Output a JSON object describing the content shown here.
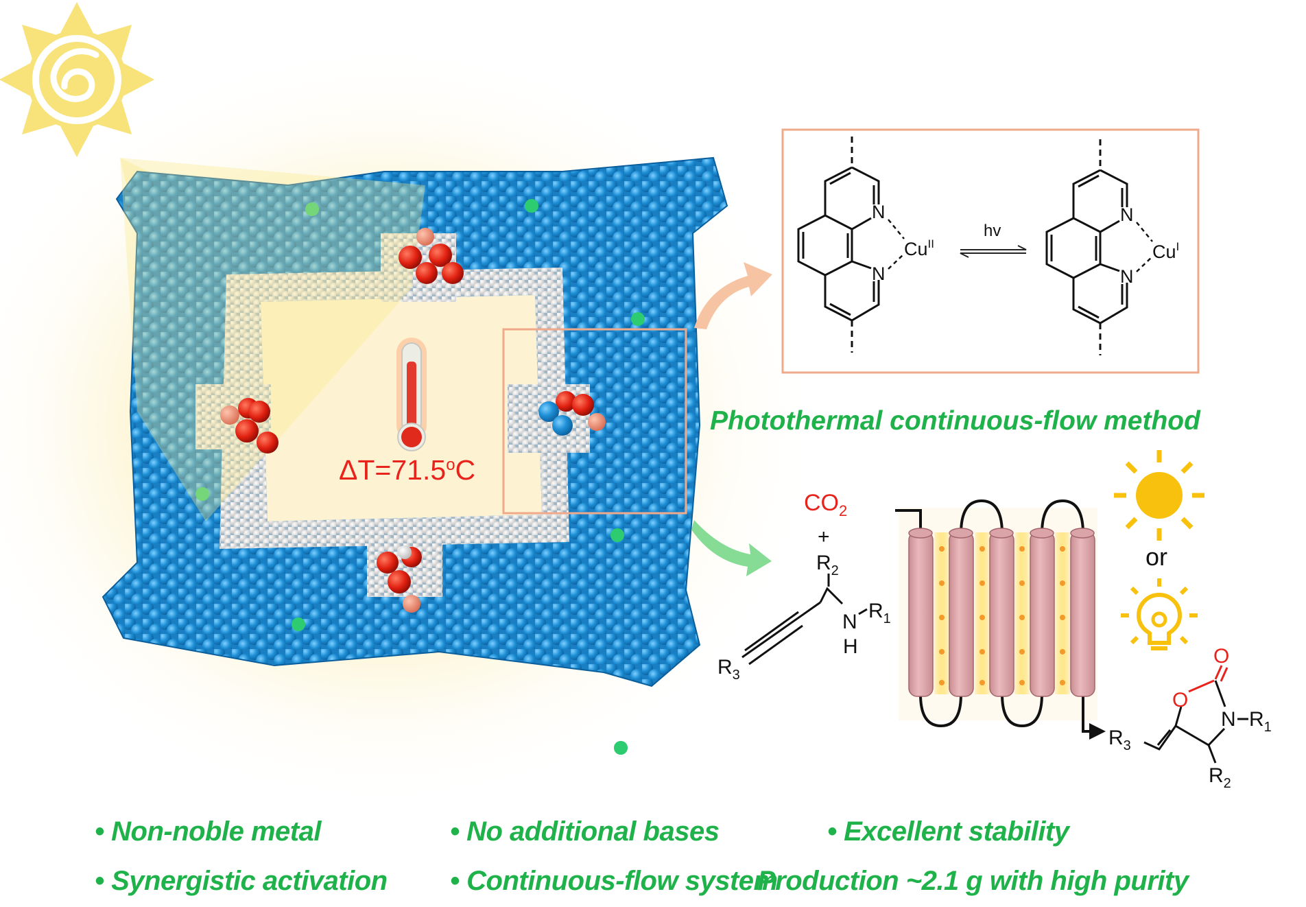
{
  "thermal": {
    "delta_t": "ΔT=71.5",
    "degree_mark": "o",
    "unit": "C"
  },
  "mechanism": {
    "nitrogen": "N",
    "left_metal": "Cu",
    "left_oxidation": "II",
    "right_metal": "Cu",
    "right_oxidation": "I",
    "light": "hv"
  },
  "method_title": "Photothermal continuous-flow method",
  "reaction": {
    "co2": "CO",
    "co2_sub": "2",
    "plus": "+",
    "r": "R",
    "sub1": "1",
    "sub2": "2",
    "sub3": "3",
    "n": "N",
    "h": "H",
    "o": "O",
    "or": "or"
  },
  "features": [
    "• Non-noble metal",
    "• No additional bases",
    "• Excellent stability",
    "• Synergistic activation",
    "• Continuous-flow system",
    "Production ~2.1 g with high purity"
  ],
  "colors": {
    "green_text": "#1fb24a",
    "red_text": "#e8231c",
    "box_border": "#f0a98a",
    "atom_blue": "#1e8fd6",
    "sun_yellow": "#f7c10d"
  }
}
